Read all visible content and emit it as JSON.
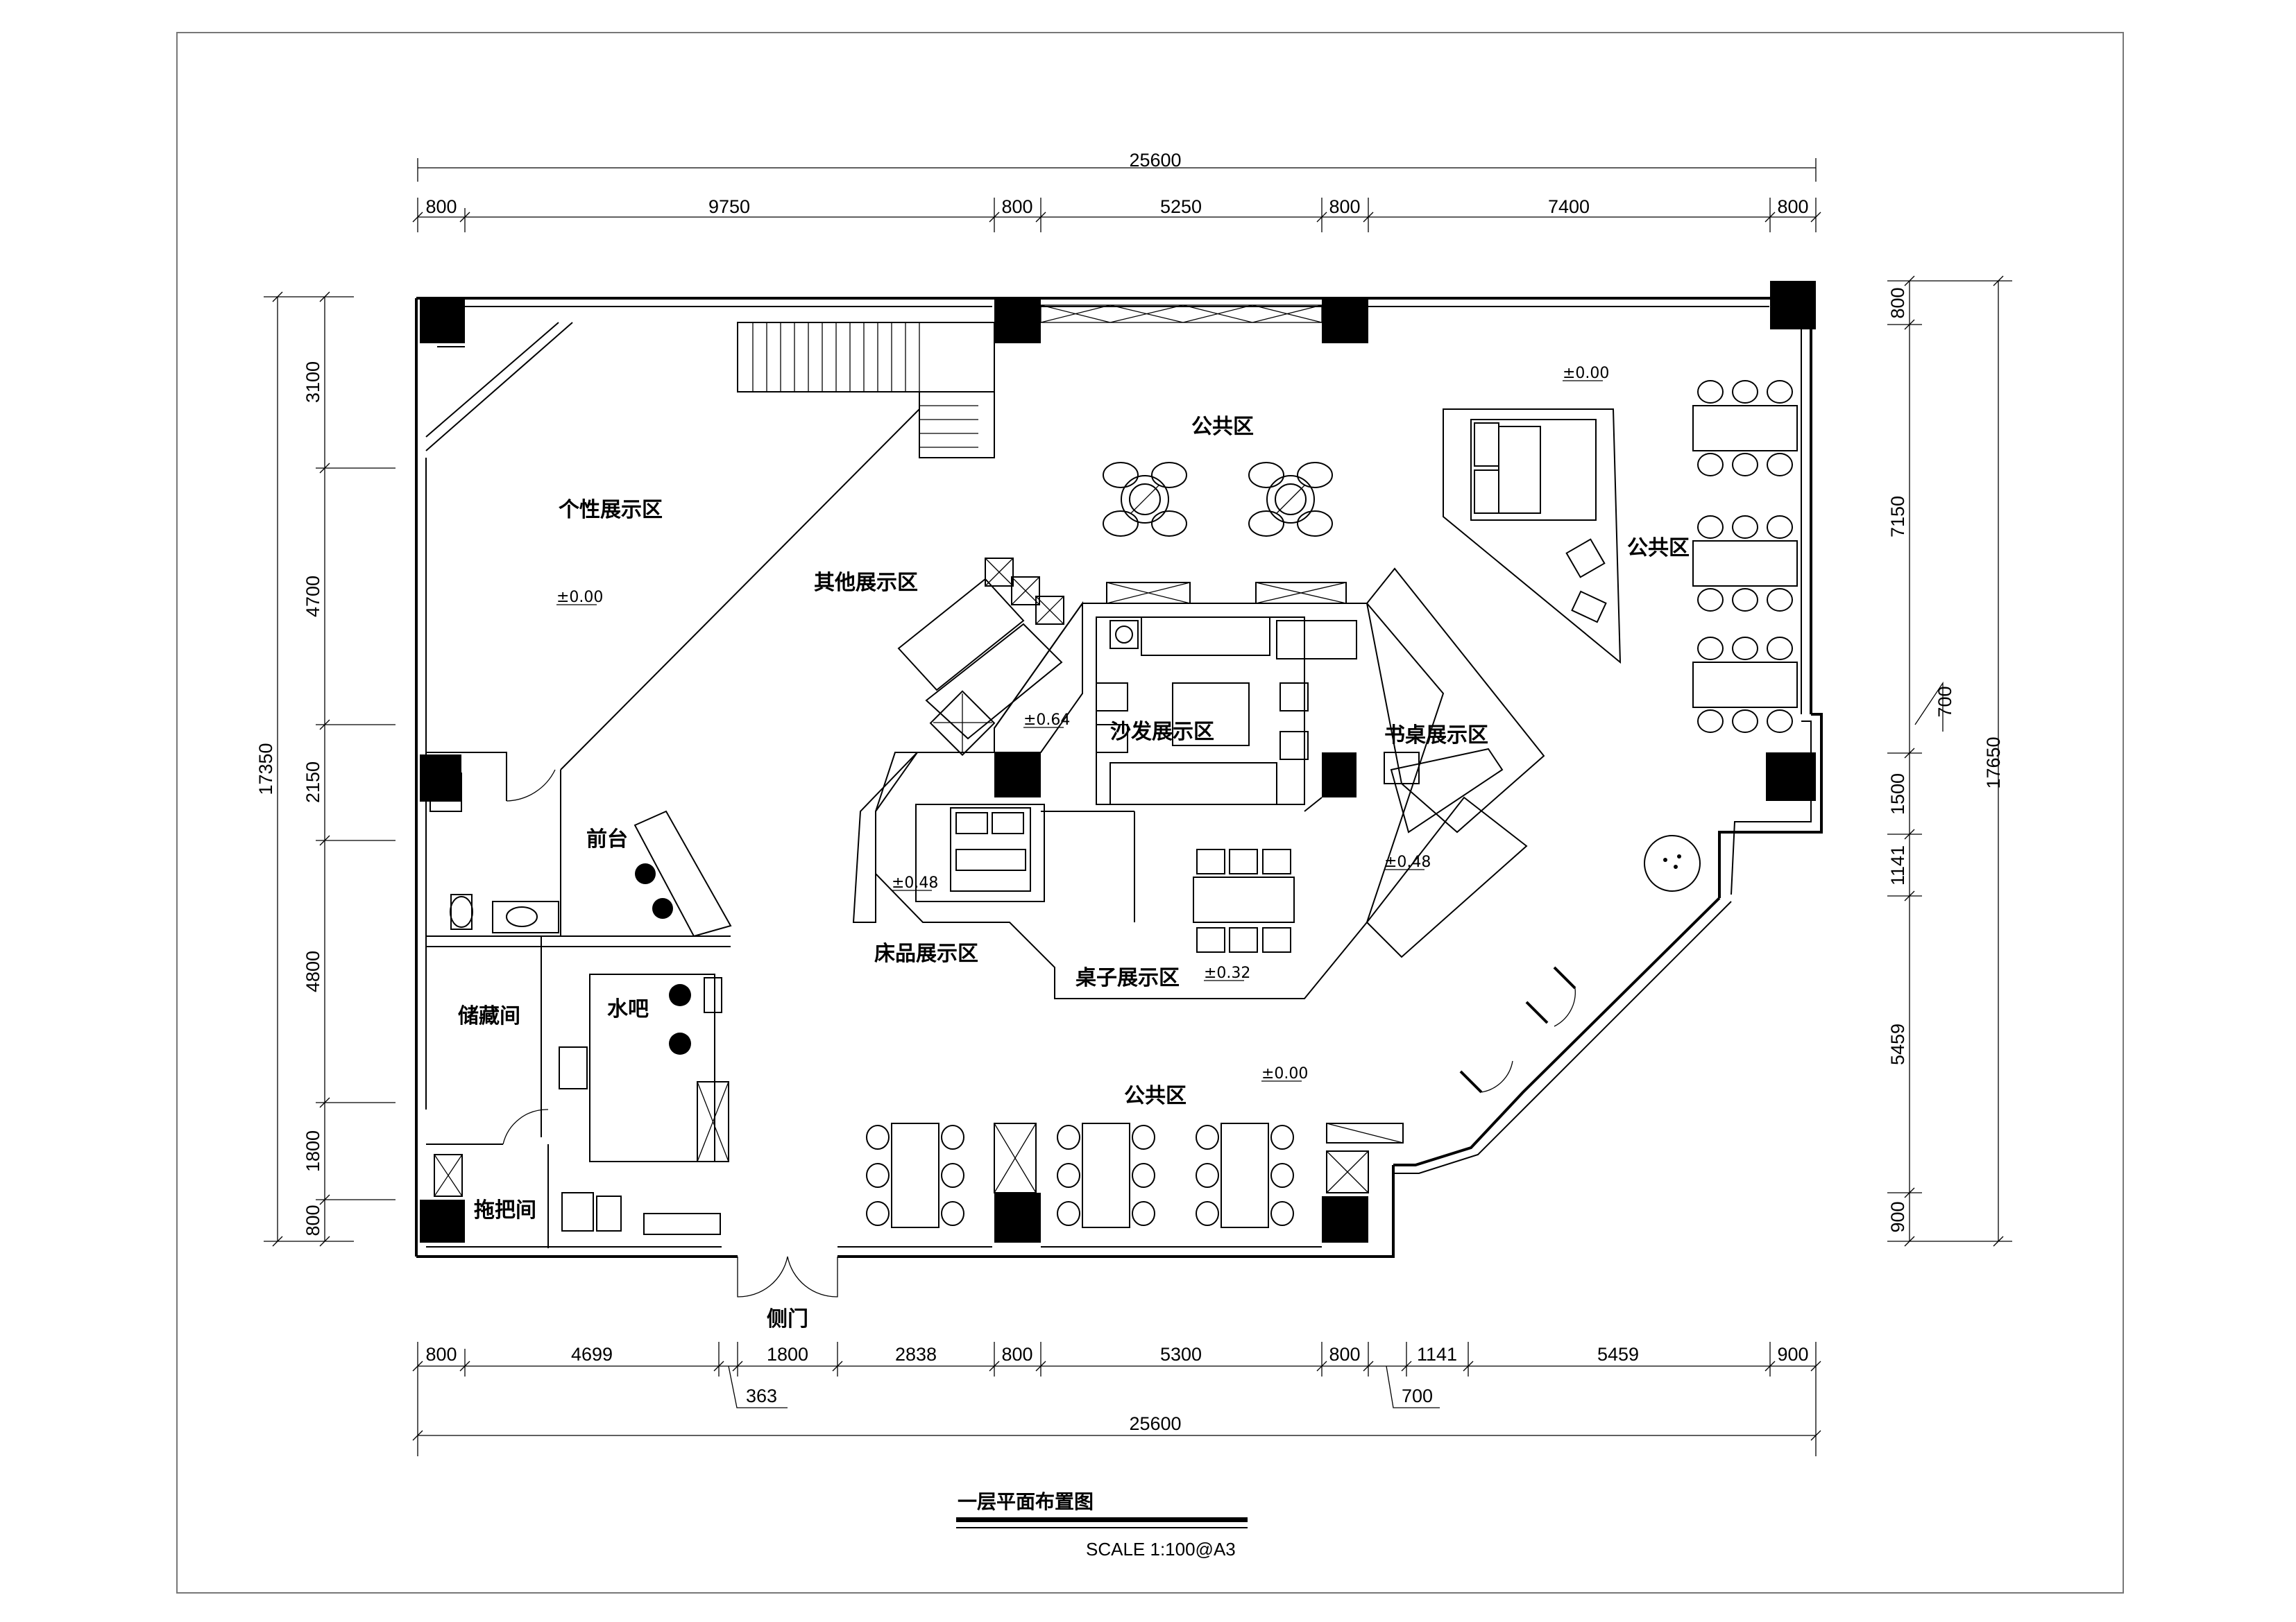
{
  "rooms": {
    "public_top": "公共区",
    "public_right": "公共区",
    "public_bottom": "公共区",
    "personal_display": "个性展示区",
    "other_display": "其他展示区",
    "sofa_display": "沙发展示区",
    "desk_display": "书桌展示区",
    "bed_display": "床品展示区",
    "table_display": "桌子展示区",
    "front_desk": "前台",
    "water_bar": "水吧",
    "storage": "储藏间",
    "mop_room": "拖把间",
    "side_door": "侧门"
  },
  "levels": {
    "personal": "±0.00",
    "public_top": "±0.00",
    "public_bottom": "±0.00",
    "sofa": "±0.64",
    "bed": "±0.48",
    "desk": "±0.48",
    "table": "±0.32"
  },
  "dims": {
    "top_total": "25600",
    "top_segments": [
      "800",
      "9750",
      "800",
      "5250",
      "800",
      "7400",
      "800"
    ],
    "bottom_segments": [
      "800",
      "4699",
      "1800",
      "2838",
      "800",
      "5300",
      "800",
      "1141",
      "5459",
      "900"
    ],
    "bottom_extra": [
      "363",
      "700"
    ],
    "bottom_total": "25600",
    "left_total": "17350",
    "left_segments": [
      "3100",
      "4700",
      "2150",
      "4800",
      "1800",
      "800"
    ],
    "right_total": "17650",
    "right_segments": [
      "800",
      "7150",
      "1500",
      "1141",
      "5459",
      "900"
    ],
    "right_extra": "700"
  },
  "title_block": {
    "title": "一层平面布置图",
    "scale": "SCALE    1:100@A3"
  }
}
